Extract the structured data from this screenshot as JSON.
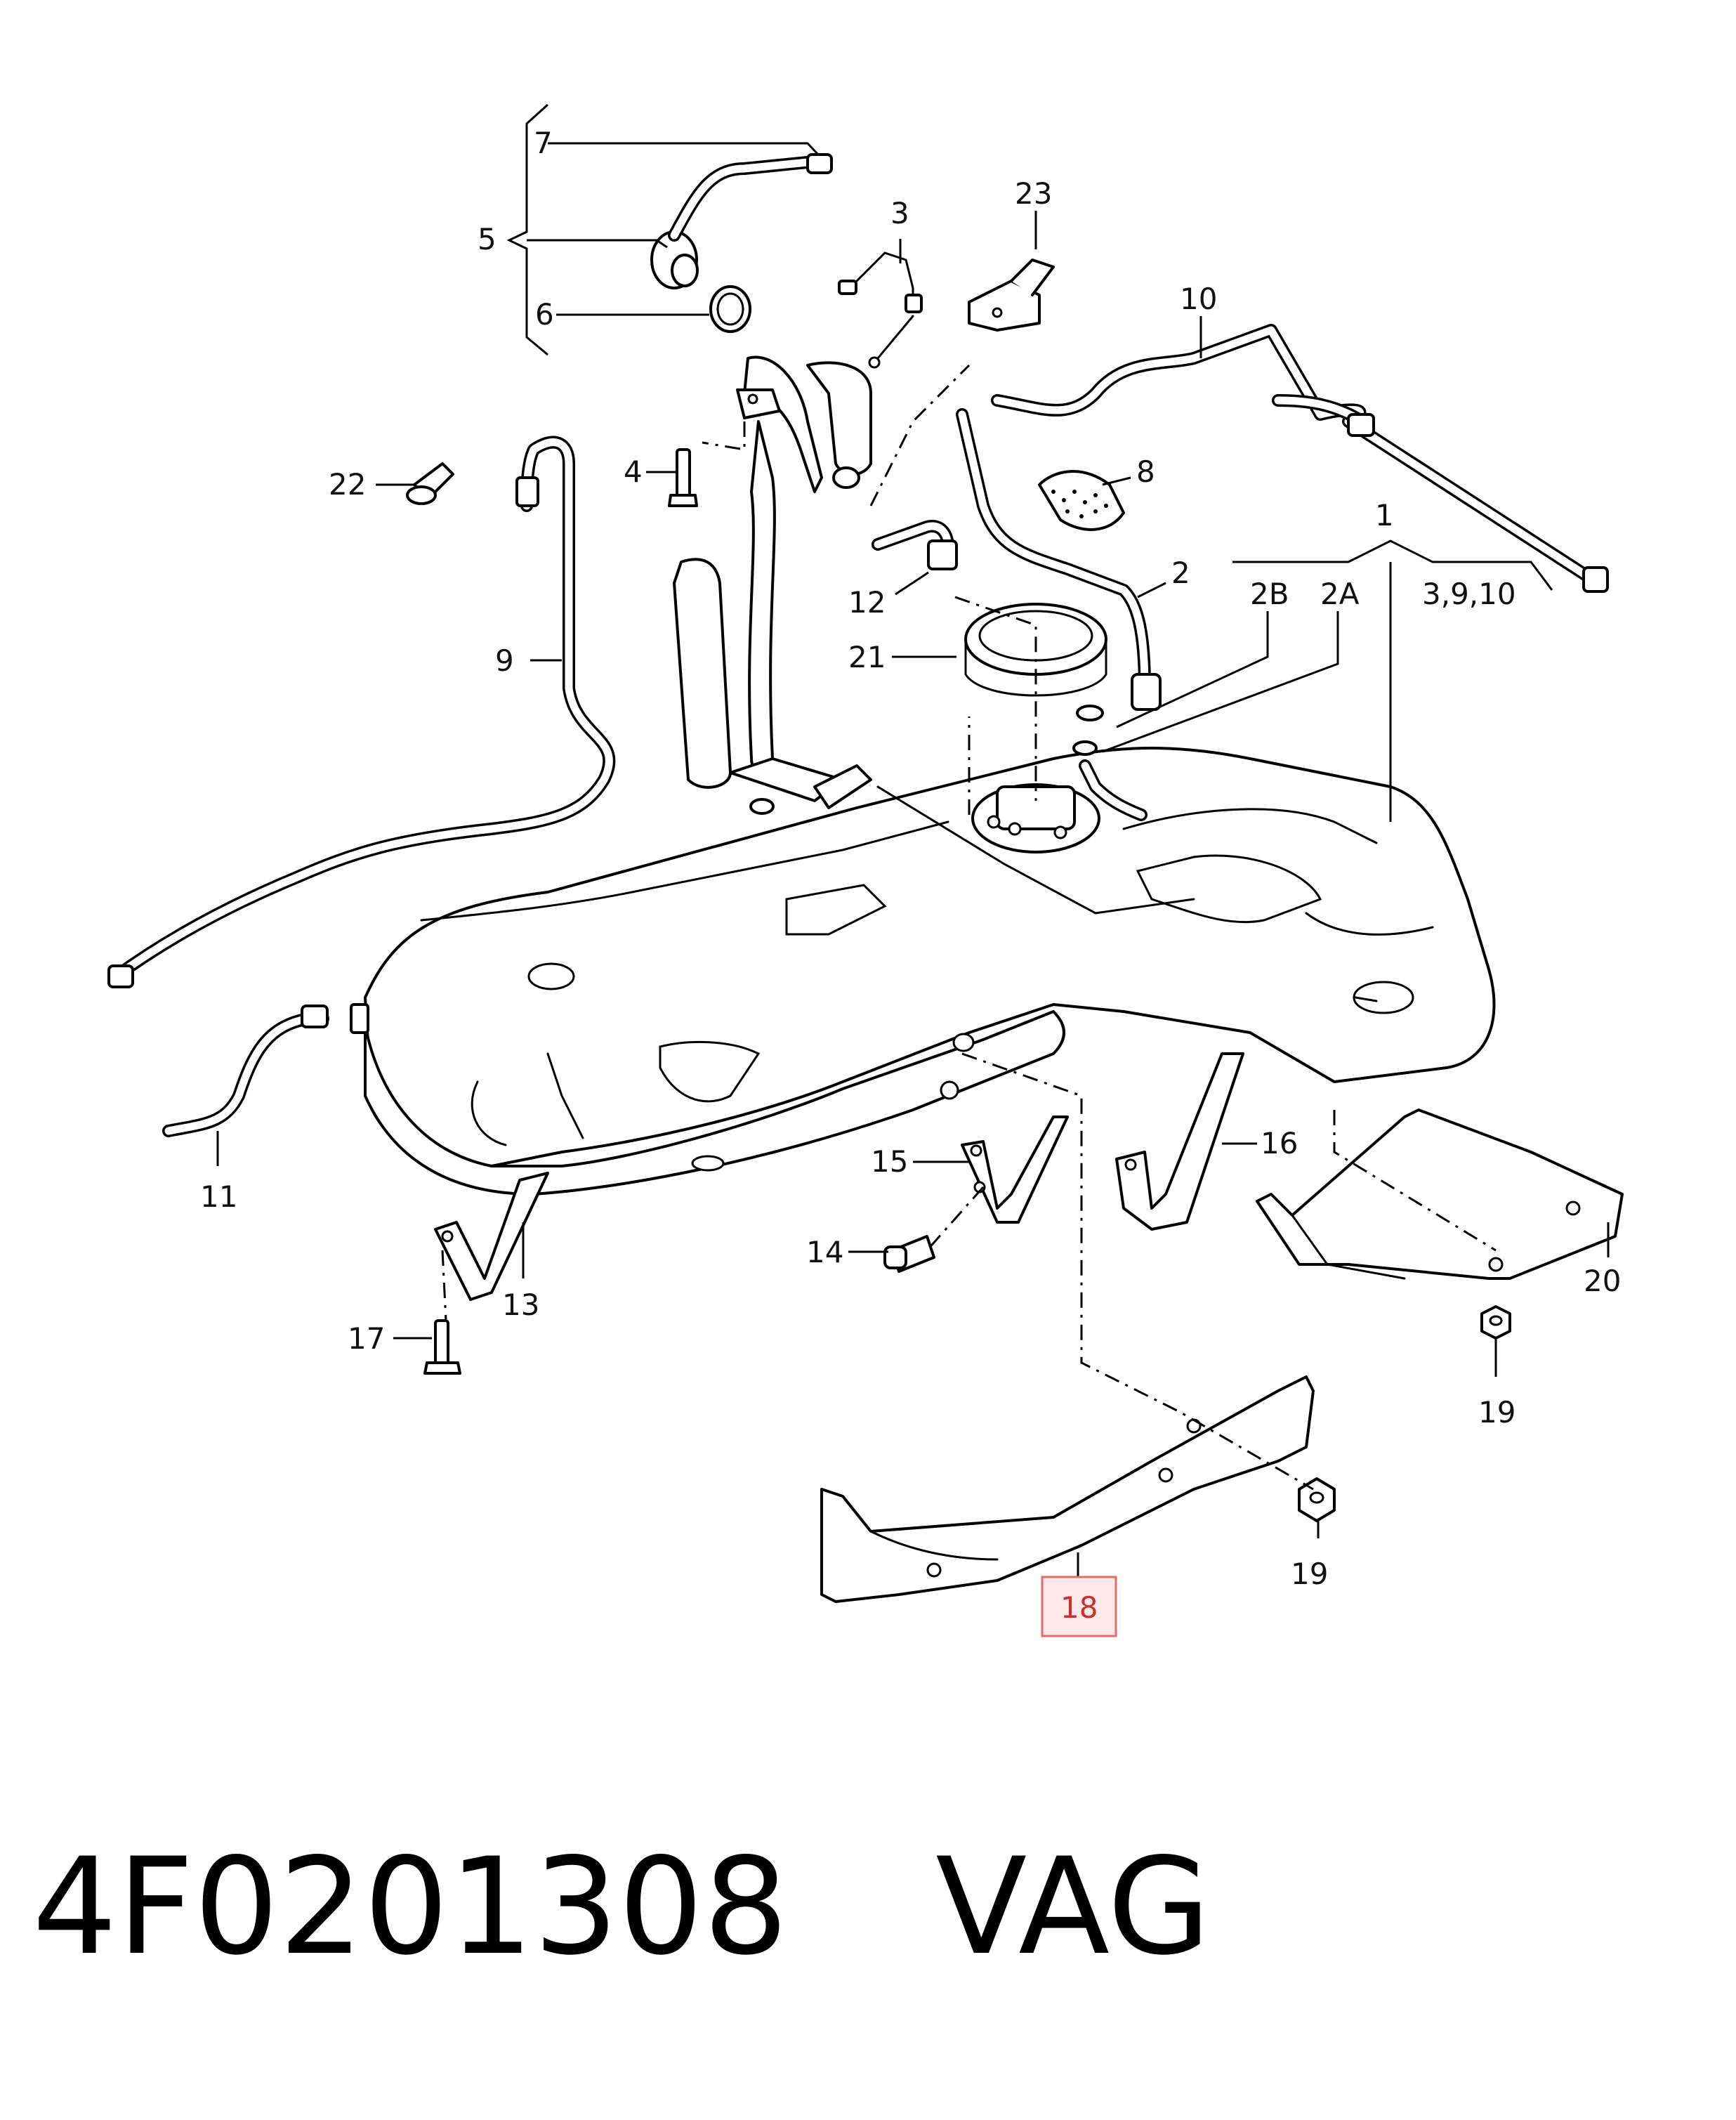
{
  "diagram": {
    "callouts": [
      "7",
      "5",
      "6",
      "3",
      "23",
      "10",
      "22",
      "4",
      "8",
      "1",
      "2",
      "2B",
      "2A",
      "3,9,10",
      "12",
      "21",
      "9",
      "11",
      "15",
      "16",
      "14",
      "13",
      "17",
      "20",
      "19",
      "19",
      "18"
    ],
    "highlighted_callout": "18",
    "highlight_color": "#e46a6a"
  },
  "footer": {
    "part_number": "4F0201308",
    "brand": "VAG"
  }
}
